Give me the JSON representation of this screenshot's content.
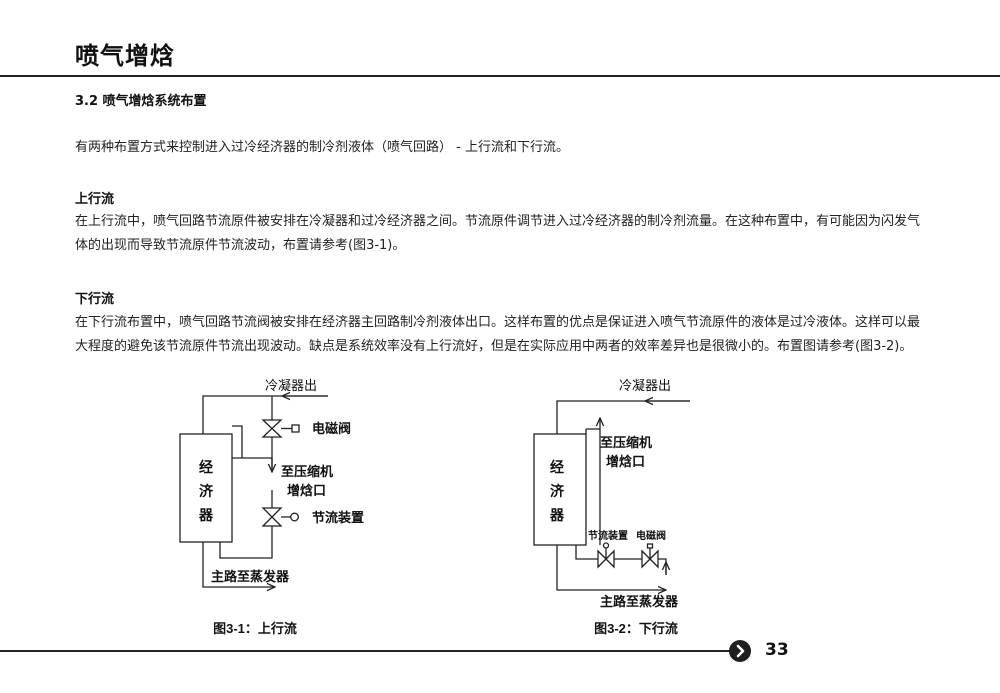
{
  "header": {
    "title": "喷气增焓"
  },
  "section": {
    "heading": "3.2 喷气增焓系统布置",
    "intro": "有两种布置方式来控制进入过冷经济器的制冷剂液体（喷气回路） - 上行流和下行流。"
  },
  "upflow": {
    "heading": "上行流",
    "paragraph": "在上行流中，喷气回路节流原件被安排在冷凝器和过冷经济器之间。节流原件调节进入过冷经济器的制冷剂流量。在这种布置中，有可能因为闪发气体的出现而导致节流原件节流波动，布置请参考(图3-1)。"
  },
  "downflow": {
    "heading": "下行流",
    "paragraph": "在下行流布置中，喷气回路节流阀被安排在经济器主回路制冷剂液体出口。这样布置的优点是保证进入喷气节流原件的液体是过冷液体。这样可以最大程度的避免该节流原件节流出现波动。缺点是系统效率没有上行流好，但是在实际应用中两者的效率差异也是很微小的。布置图请参考(图3-2)。"
  },
  "figure1": {
    "caption": "图3-1：上行流",
    "condenser_out": "冷凝器出",
    "economizer_chars": [
      "经",
      "济",
      "器"
    ],
    "solenoid_valve": "电磁阀",
    "to_compressor_1": "至压缩机",
    "to_compressor_2": "增焓口",
    "throttle_device": "节流装置",
    "main_to_evaporator": "主路至蒸发器"
  },
  "figure2": {
    "caption": "图3-2：下行流",
    "condenser_out": "冷凝器出",
    "economizer_chars": [
      "经",
      "济",
      "器"
    ],
    "to_compressor_1": "至压缩机",
    "to_compressor_2": "增焓口",
    "throttle_device": "节流装置",
    "solenoid_valve": "电磁阀",
    "main_to_evaporator": "主路至蒸发器"
  },
  "footer": {
    "page_number": "33"
  }
}
